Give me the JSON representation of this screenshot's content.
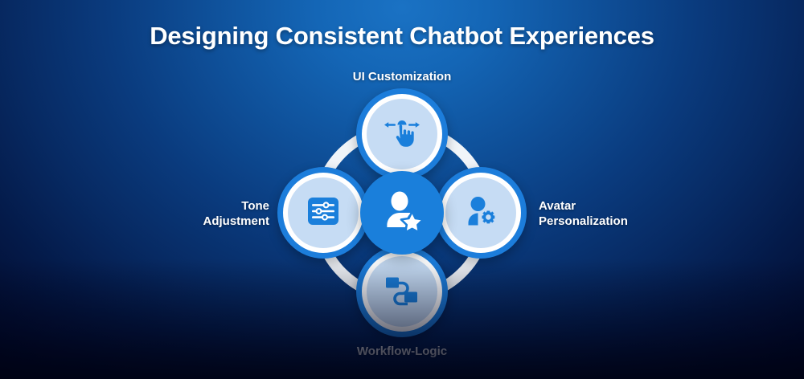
{
  "header": {
    "title": "Designing Consistent Chatbot Experiences"
  },
  "diagram": {
    "type": "hub-and-spoke",
    "center": {
      "icon": "user-star-icon",
      "label": ""
    },
    "nodes": [
      {
        "id": "ui-customization",
        "label": "UI Customization",
        "position": "top",
        "icon": "swipe-gesture-hand-icon"
      },
      {
        "id": "tone-adjustment",
        "label": "Tone\nAdjustment",
        "position": "left",
        "icon": "sliders-icon"
      },
      {
        "id": "avatar-personalization",
        "label": "Avatar\nPersonalization",
        "position": "right",
        "icon": "user-gear-icon"
      },
      {
        "id": "workflow-logic",
        "label": "Workflow-Logic",
        "position": "bottom",
        "icon": "workflow-nodes-icon"
      }
    ]
  },
  "colors": {
    "background_top": "#1a72c4",
    "background_bottom": "#000726",
    "node_ring": "#1c7ddb",
    "node_face": "#c6dcf4",
    "hub": "#1a7fdb",
    "icon_blue": "#1a7fdb",
    "text": "#ffffff",
    "connector": "#ffffff"
  }
}
